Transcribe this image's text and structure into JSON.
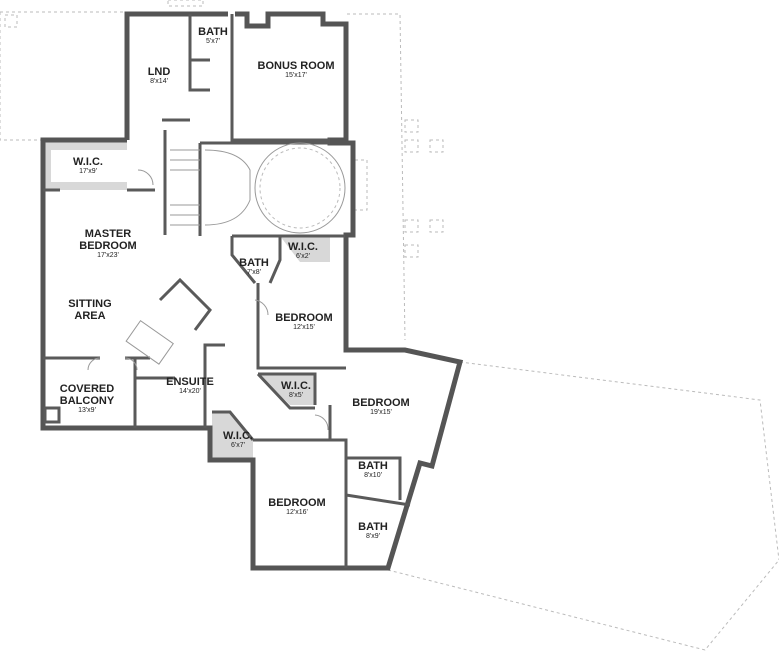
{
  "rooms": [
    {
      "name": "BATH",
      "dim": "5'x7'"
    },
    {
      "name": "LND",
      "dim": "8'x14'"
    },
    {
      "name": "BONUS ROOM",
      "dim": "15'x17'"
    },
    {
      "name": "W.I.C.",
      "dim": "17'x9'"
    },
    {
      "name": "MASTER BEDROOM",
      "dim": "17'x23'"
    },
    {
      "name": "SITTING AREA",
      "dim": ""
    },
    {
      "name": "BATH",
      "dim": "7'x8'"
    },
    {
      "name": "W.I.C.",
      "dim": "6'x2'"
    },
    {
      "name": "BEDROOM",
      "dim": "12'x15'"
    },
    {
      "name": "ENSUITE",
      "dim": "14'x20'"
    },
    {
      "name": "COVERED BALCONY",
      "dim": "13'x9'"
    },
    {
      "name": "W.I.C.",
      "dim": "8'x5'"
    },
    {
      "name": "BEDROOM",
      "dim": "19'x15'"
    },
    {
      "name": "W.I.C.",
      "dim": "6'x7'"
    },
    {
      "name": "BATH",
      "dim": "8'x10'"
    },
    {
      "name": "BEDROOM",
      "dim": "12'x16'"
    },
    {
      "name": "BATH",
      "dim": "8'x9'"
    }
  ],
  "colors": {
    "wall": "#555555",
    "closet_fill": "#d8d8d8",
    "line": "#999999"
  }
}
